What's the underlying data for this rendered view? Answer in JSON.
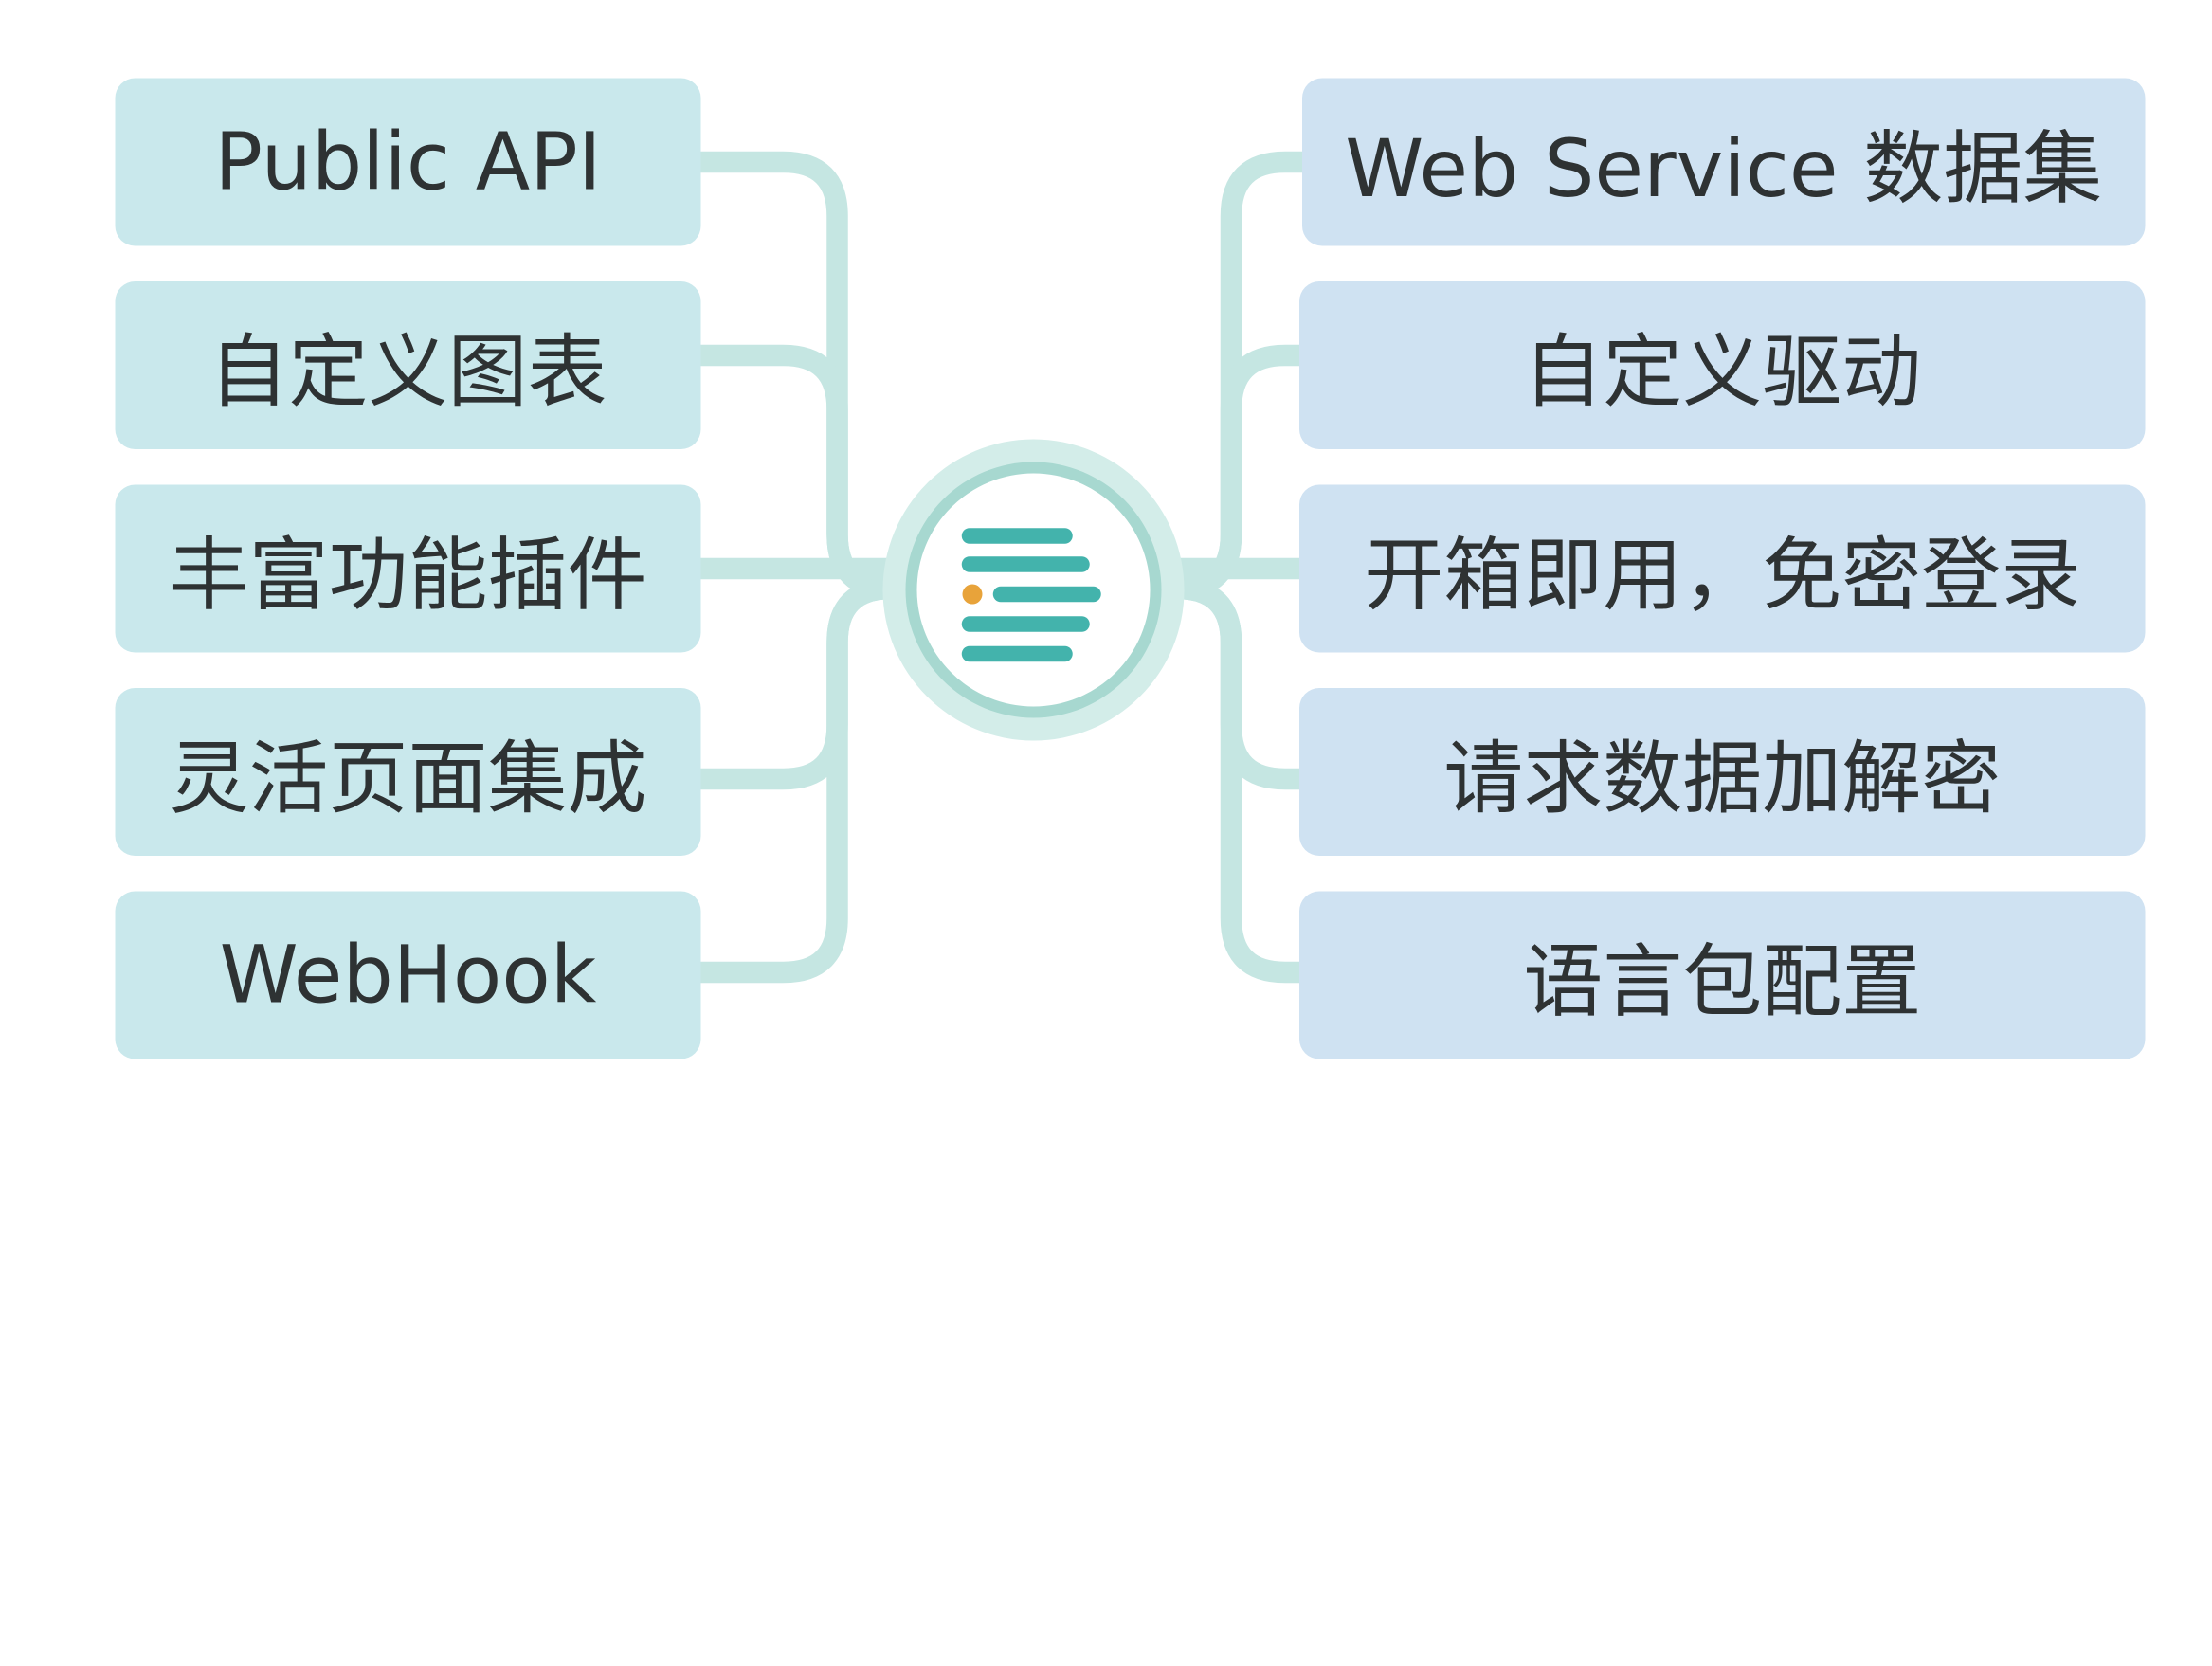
{
  "left_items": [
    {
      "label": "Public API"
    },
    {
      "label": "自定义图表"
    },
    {
      "label": "丰富功能插件"
    },
    {
      "label": "灵活页面集成"
    },
    {
      "label": "WebHook"
    }
  ],
  "right_items": [
    {
      "label": "Web Service 数据集"
    },
    {
      "label": "自定义驱动"
    },
    {
      "label": "开箱即用，免密登录"
    },
    {
      "label": "请求数据加解密"
    },
    {
      "label": "语言包配置"
    }
  ],
  "colors": {
    "left_box": "#c9e8ec",
    "right_box": "#cfe2f2",
    "connector": "#c5e6e2",
    "logo_bar": "#43b3ac",
    "logo_dot": "#e8a33a",
    "text": "#2e3233"
  },
  "center_icon": "menu-lines-icon"
}
